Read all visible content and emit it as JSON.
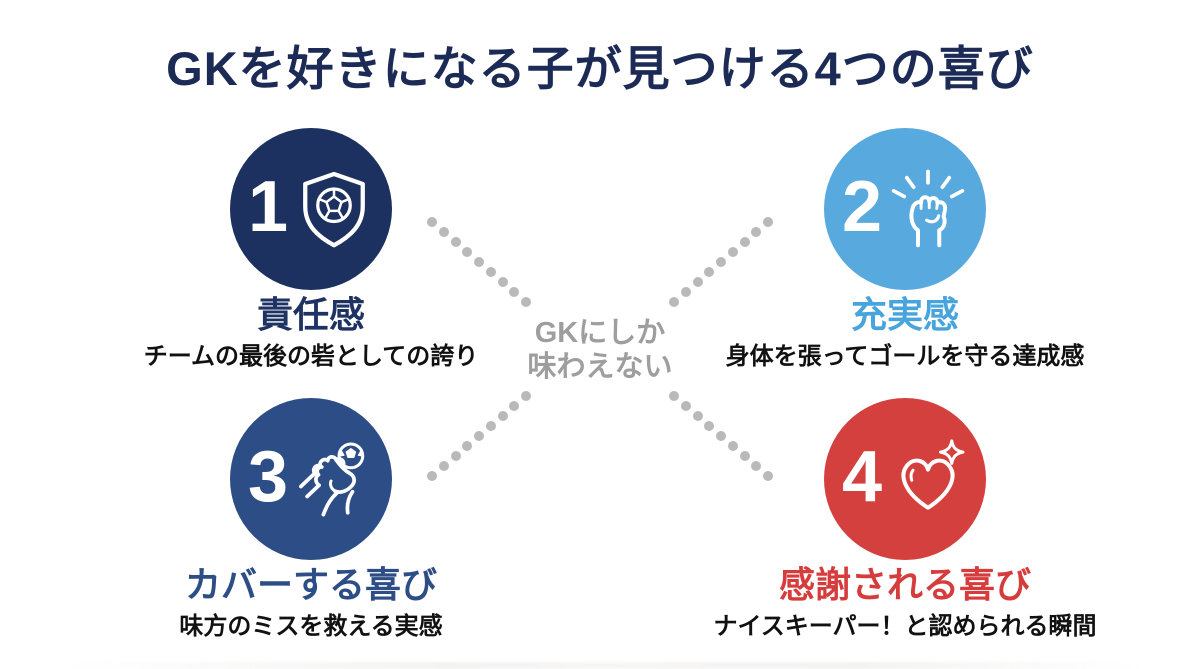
{
  "title": "GKを好きになる子が見つける4つの喜び",
  "center_note": {
    "line1": "GKにしか",
    "line2": "味わえない"
  },
  "items": [
    {
      "number": "1",
      "icon": "shield-soccer-ball",
      "heading": "責任感",
      "description": "チームの最後の砦としての誇り",
      "circle_color": "#1d3160",
      "heading_color": "#1e3263"
    },
    {
      "number": "2",
      "icon": "raised-fist",
      "heading": "充実感",
      "description": "身体を張ってゴールを守る達成感",
      "circle_color": "#57a9de",
      "heading_color": "#47a4dc"
    },
    {
      "number": "3",
      "icon": "clasped-hands-soccer-ball",
      "heading": "カバーする喜び",
      "description": "味方のミスを救える実感",
      "circle_color": "#2c4d85",
      "heading_color": "#2c4d85"
    },
    {
      "number": "4",
      "icon": "heart-sparkle",
      "heading": "感謝される喜び",
      "description": "ナイスキーパー！と認められる瞬間",
      "circle_color": "#d4403e",
      "heading_color": "#d63c3c"
    }
  ],
  "colors": {
    "background": "#ffffff",
    "title_text": "#1c2a56",
    "description_text": "#111111",
    "center_note_text": "#9e9e9e",
    "dots": "#b9b9b9"
  }
}
